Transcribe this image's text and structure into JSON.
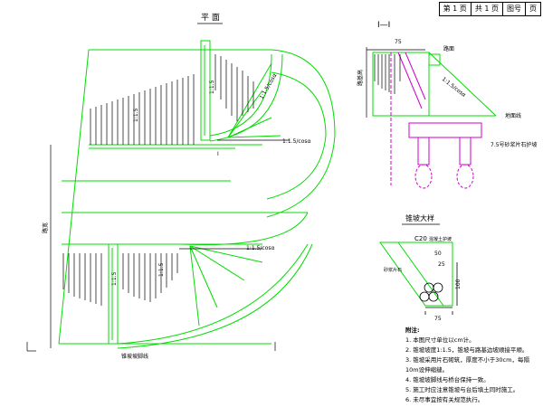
{
  "title_block": {
    "page_current": "第 1 页",
    "page_total": "共 1 页",
    "drawing_no": "图号",
    "page_label": "页"
  },
  "plan": {
    "title": "平 面",
    "slope_upper": "1:1.5",
    "slope_upper_small": "1:1.5/cosα",
    "slope_upper_right": "1:1.5/cosα",
    "slope_lower_left": "1:1.5",
    "slope_lower_right": "1:1.5/cosα",
    "section_mark": "Ⅰ",
    "side_dim": "路宽",
    "slope_text_a": "1:1.5",
    "slope_text_b": "1:1.5",
    "bottom_label": "锥坡坡脚线"
  },
  "section": {
    "title": "Ⅰ—Ⅰ",
    "dim_top": "75",
    "label_road": "路面",
    "label_slope": "1:1.5/cosα",
    "label_ground": "地面线",
    "label_base": "7.5号砂浆片石护坡",
    "height_label": "路基高"
  },
  "detail": {
    "title": "锥坡大样",
    "label_c20": "C20",
    "label_c20_note": "混凝土护坡",
    "dim_50": "50",
    "dim_25": "25",
    "dim_100": "100",
    "dim_75": "75",
    "label_left": "砂浆片石"
  },
  "notes": {
    "heading": "附注:",
    "items": [
      "1. 本图尺寸单位以cm计。",
      "2. 锥坡坡度1:1.5，锥坡与路基边坡顺接平顺。",
      "3. 锥坡采用片石砌筑，厚度不小于30cm，每隔10m设伸缩缝。",
      "4. 锥坡坡脚线与桥台保持一致。",
      "5. 施工时应注意锥坡与台后填土同时施工。",
      "6. 未尽事宜按有关规范执行。"
    ]
  },
  "colors": {
    "line": "#00dd00",
    "magenta": "#cc00cc",
    "black": "#000000"
  }
}
